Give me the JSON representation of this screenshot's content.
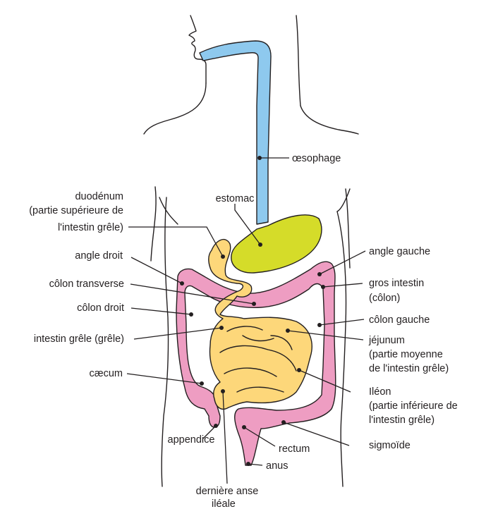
{
  "colors": {
    "esophagus": "#8ec9ee",
    "stomach": "#d5dc29",
    "large_intestine": "#ee9dc2",
    "small_intestine": "#fdd77a",
    "outline": "#231f20"
  },
  "labels": {
    "oesophagus": "œsophage",
    "estomac": "estomac",
    "duodenum_1": "duodénum",
    "duodenum_2": "(partie supérieure de",
    "duodenum_3": "l'intestin grêle)",
    "angle_droit": "angle droit",
    "colon_transverse": "côlon transverse",
    "colon_droit": "côlon droit",
    "intestin_grele": "intestin grêle (grêle)",
    "caecum": "cæcum",
    "appendice": "appendice",
    "derniere_anse_1": "dernière anse",
    "derniere_anse_2": "iléale",
    "angle_gauche": "angle gauche",
    "gros_intestin_1": "gros intestin",
    "gros_intestin_2": "(côlon)",
    "colon_gauche": "côlon gauche",
    "jejunum_1": "jéjunum",
    "jejunum_2": "(partie moyenne",
    "jejunum_3": "de l'intestin grêle)",
    "ileon_1": "Iléon",
    "ileon_2": "(partie inférieure de",
    "ileon_3": "l'intestin grêle)",
    "sigmoide": "sigmoïde",
    "rectum": "rectum",
    "anus": "anus"
  }
}
